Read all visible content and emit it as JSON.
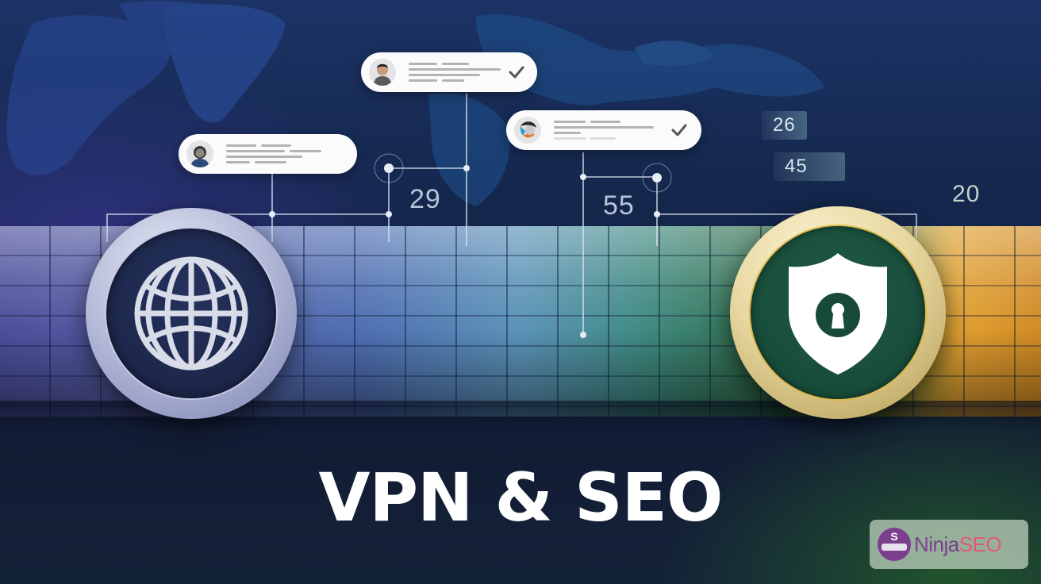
{
  "hero": {
    "title": "VPN & SEO",
    "metrics": [
      {
        "id": "m1",
        "value": "29"
      },
      {
        "id": "m2",
        "value": "55"
      },
      {
        "id": "m3",
        "value": "26"
      },
      {
        "id": "m4",
        "value": "45"
      },
      {
        "id": "m5",
        "value": "20"
      }
    ],
    "cards": [
      {
        "id": "card-left",
        "avatar": "user-avatar-hooded",
        "verified": false
      },
      {
        "id": "card-top",
        "avatar": "user-avatar-man",
        "verified": true
      },
      {
        "id": "card-right",
        "avatar": "user-avatar-abstract",
        "verified": true
      }
    ],
    "badges": [
      {
        "id": "globe",
        "icon": "globe-icon"
      },
      {
        "id": "shield",
        "icon": "shield-lock-icon"
      }
    ]
  },
  "logo": {
    "brand_part1": "Ninja",
    "brand_part2": "SEO",
    "mark_letter": "S"
  },
  "colors": {
    "bg_top": "#1c3366",
    "bg_bottom": "#121c34",
    "globe_badge": "#1b2548",
    "shield_badge": "#174a38",
    "gold_ring": "#e7d7a0",
    "logo_purple": "#7b3f8e",
    "logo_pink": "#e05a78"
  }
}
